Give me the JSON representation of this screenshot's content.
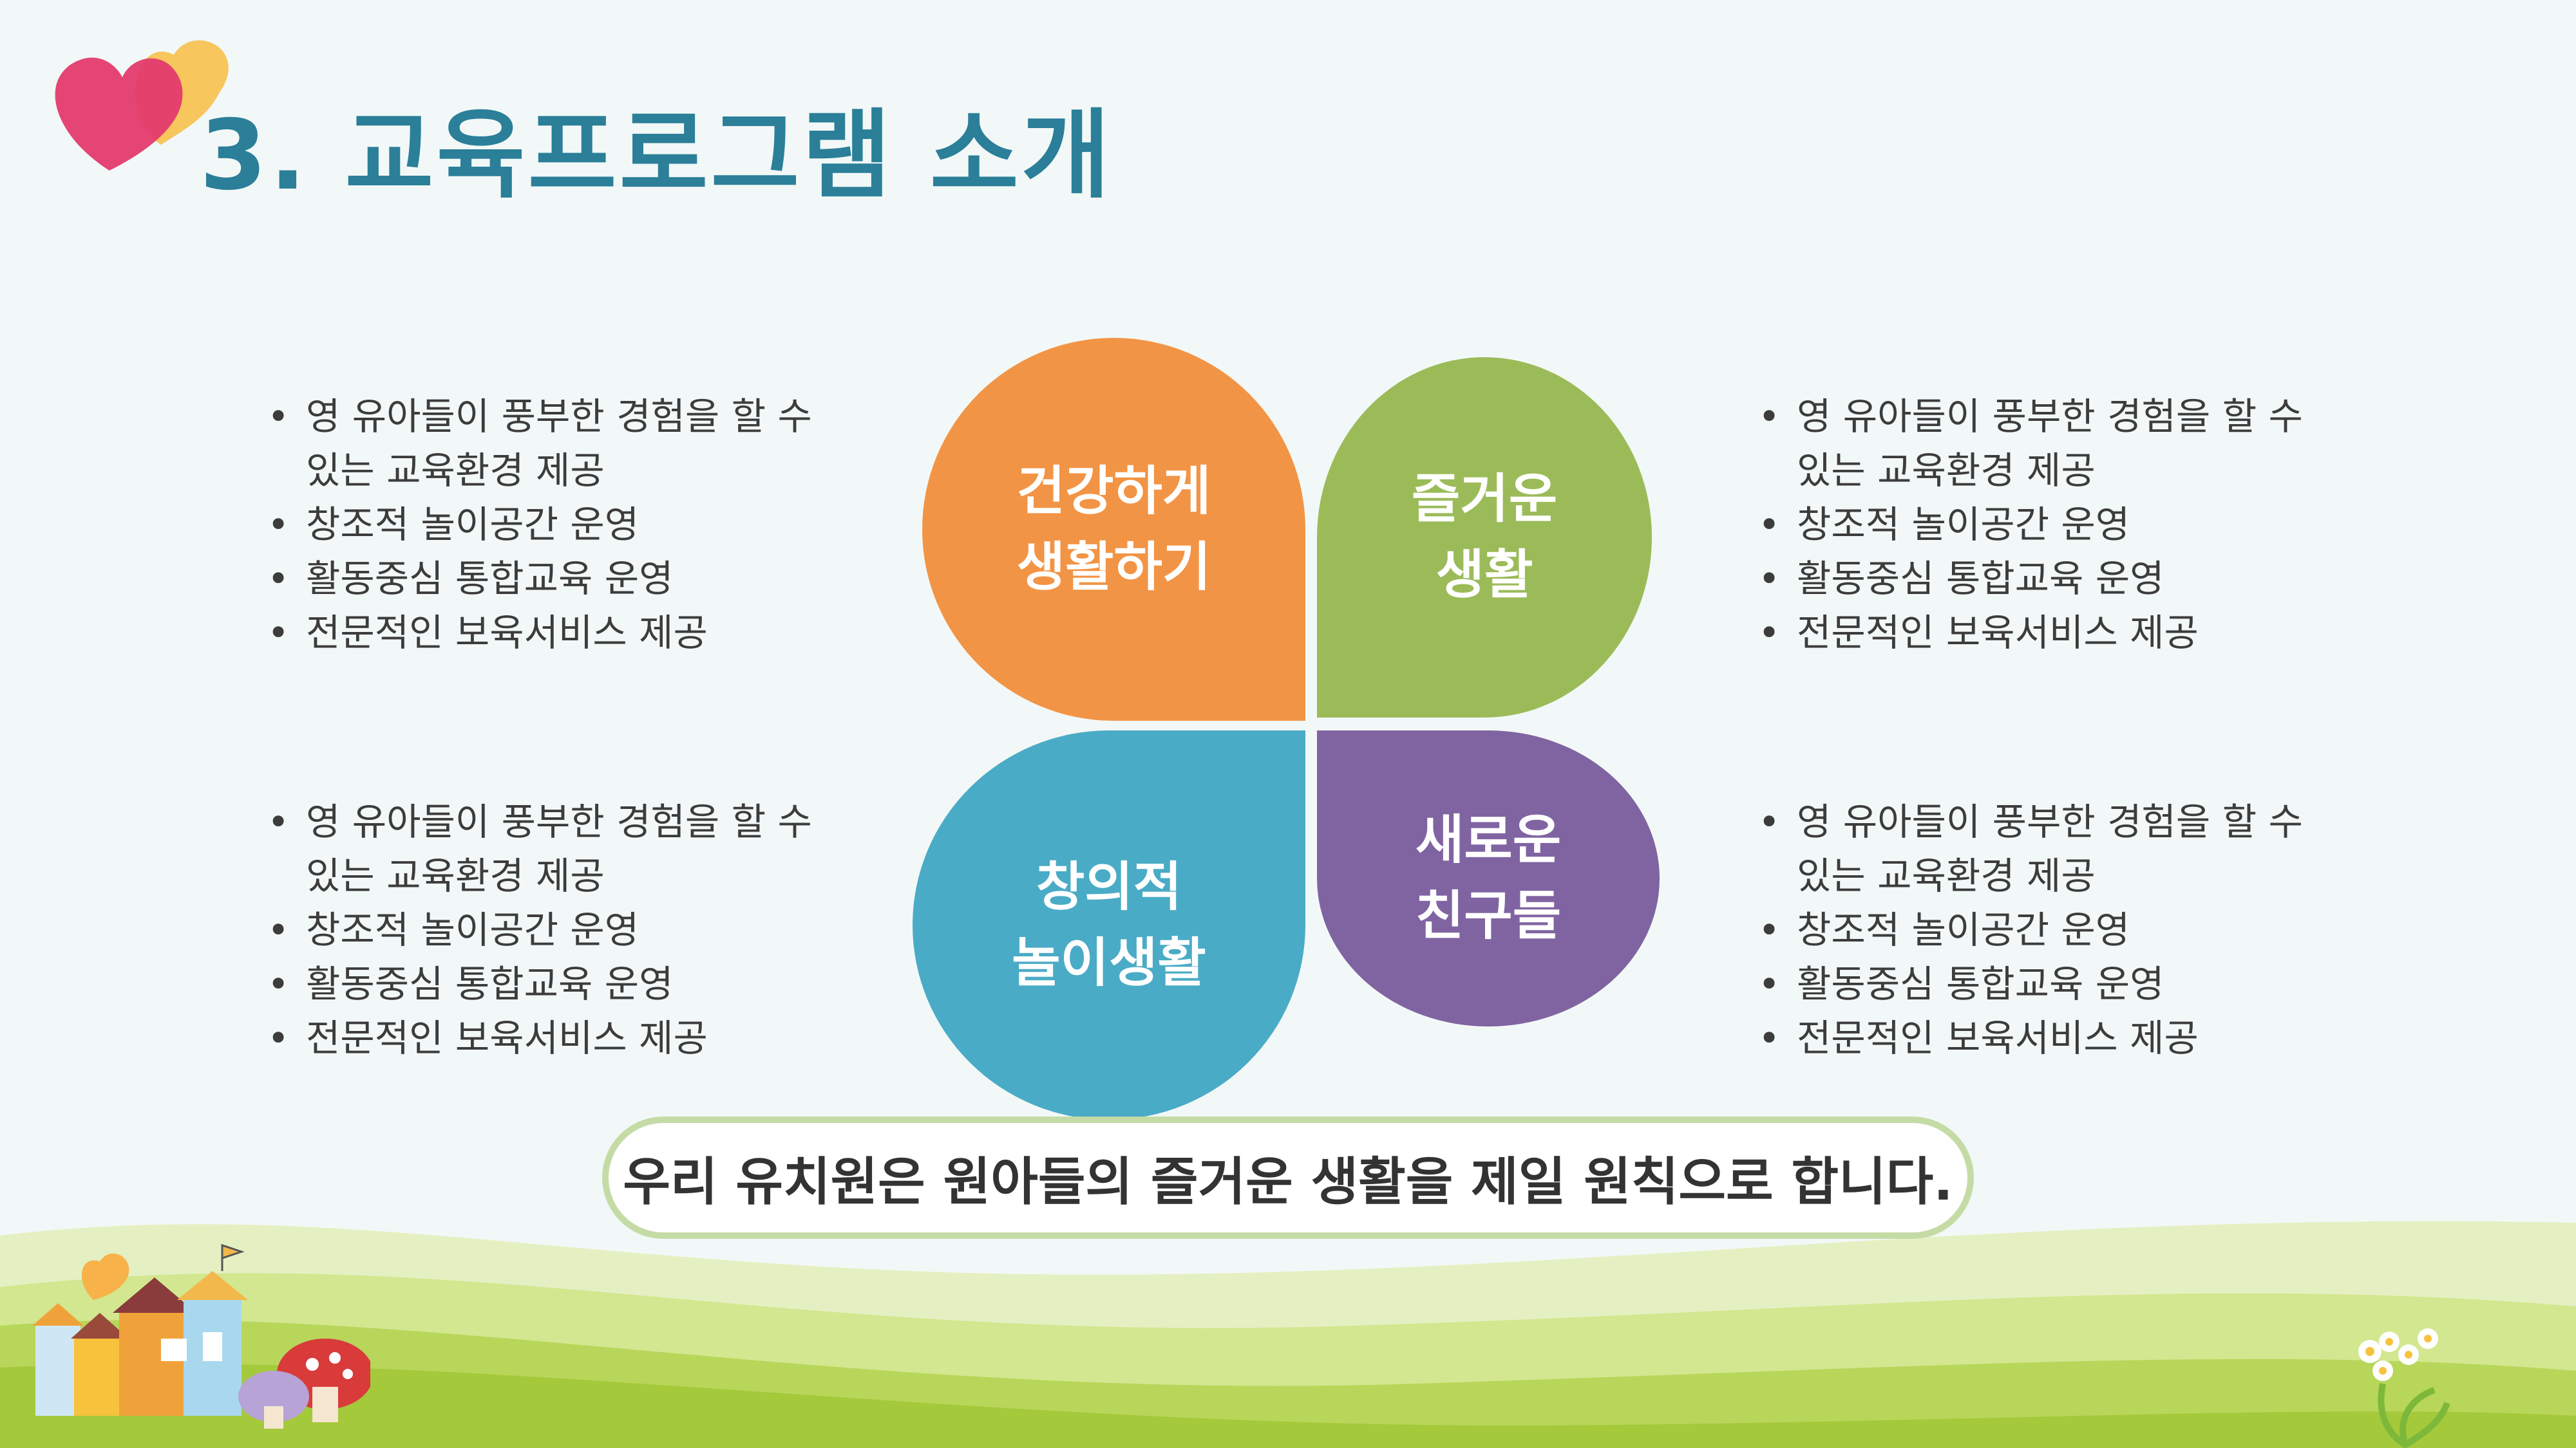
{
  "title": "3. 교육프로그램 소개",
  "petals": {
    "top_left": [
      "건강하게",
      "생활하기"
    ],
    "top_right": [
      "즐거운",
      "생활"
    ],
    "bottom_left": [
      "창의적",
      "놀이생활"
    ],
    "bottom_right": [
      "새로운",
      "친구들"
    ]
  },
  "bullet_groups": {
    "top_left": [
      "영 유아들이 풍부한 경험을 할 수 있는 교육환경 제공",
      "창조적 놀이공간 운영",
      "활동중심 통합교육 운영",
      "전문적인 보육서비스 제공"
    ],
    "top_right": [
      "영 유아들이 풍부한 경험을 할 수 있는 교육환경 제공",
      "창조적 놀이공간 운영",
      "활동중심 통합교육 운영",
      "전문적인 보육서비스 제공"
    ],
    "bottom_left": [
      "영 유아들이 풍부한 경험을 할 수 있는 교육환경 제공",
      "창조적 놀이공간 운영",
      "활동중심 통합교육 운영",
      "전문적인 보육서비스 제공"
    ],
    "bottom_right": [
      "영 유아들이 풍부한 경험을 할 수 있는 교육환경 제공",
      "창조적 놀이공간 운영",
      "활동중심 통합교육 운영",
      "전문적인 보육서비스 제공"
    ]
  },
  "principle": "우리 유치원은  원아들의 즐거운  생활을 제일 원칙으로 합니다.",
  "colors": {
    "title": "#2b7f98",
    "petal_orange": "#f29445",
    "petal_green": "#9bbb59",
    "petal_blue": "#4aabc6",
    "petal_purple": "#8064a2",
    "principle_border": "#c5dba6",
    "ground_light": "#d5e8a3",
    "ground_dark": "#a9cc3e"
  },
  "icons": [
    "hearts-decoration-icon",
    "toy-town-icon",
    "mushroom-icon",
    "daisy-flowers-icon"
  ]
}
